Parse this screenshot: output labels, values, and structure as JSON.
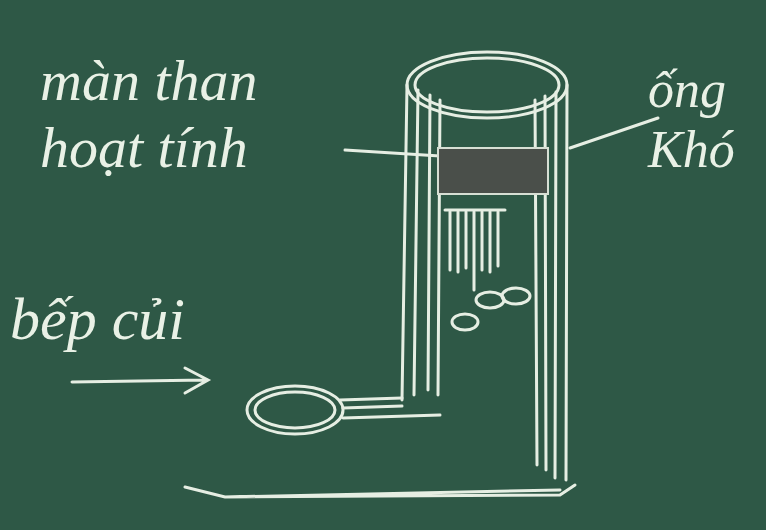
{
  "diagram": {
    "labels": [
      "màn than hoạt tính",
      "bếp củi",
      "ống Khó"
    ]
  }
}
